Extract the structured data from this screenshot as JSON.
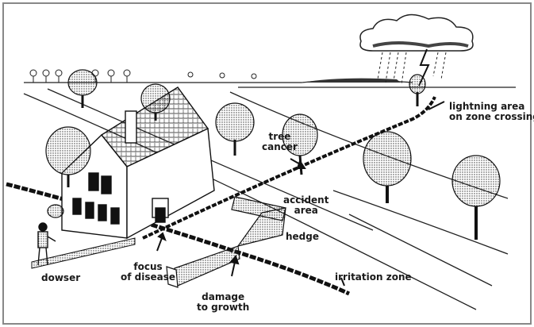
{
  "labels": {
    "lightning_area": "lightning area\non zone crossing",
    "tree_cancer": "tree\ncancer",
    "accident_area": "accident\narea",
    "hedge": "hedge",
    "focus_of_disease": "focus\nof disease",
    "dowser": "dowser",
    "damage_to_growth": "damage\nto growth",
    "irritation_zone": "irritation zone"
  },
  "colors": {
    "ink": "#1a1a1a",
    "paper": "#ffffff"
  }
}
